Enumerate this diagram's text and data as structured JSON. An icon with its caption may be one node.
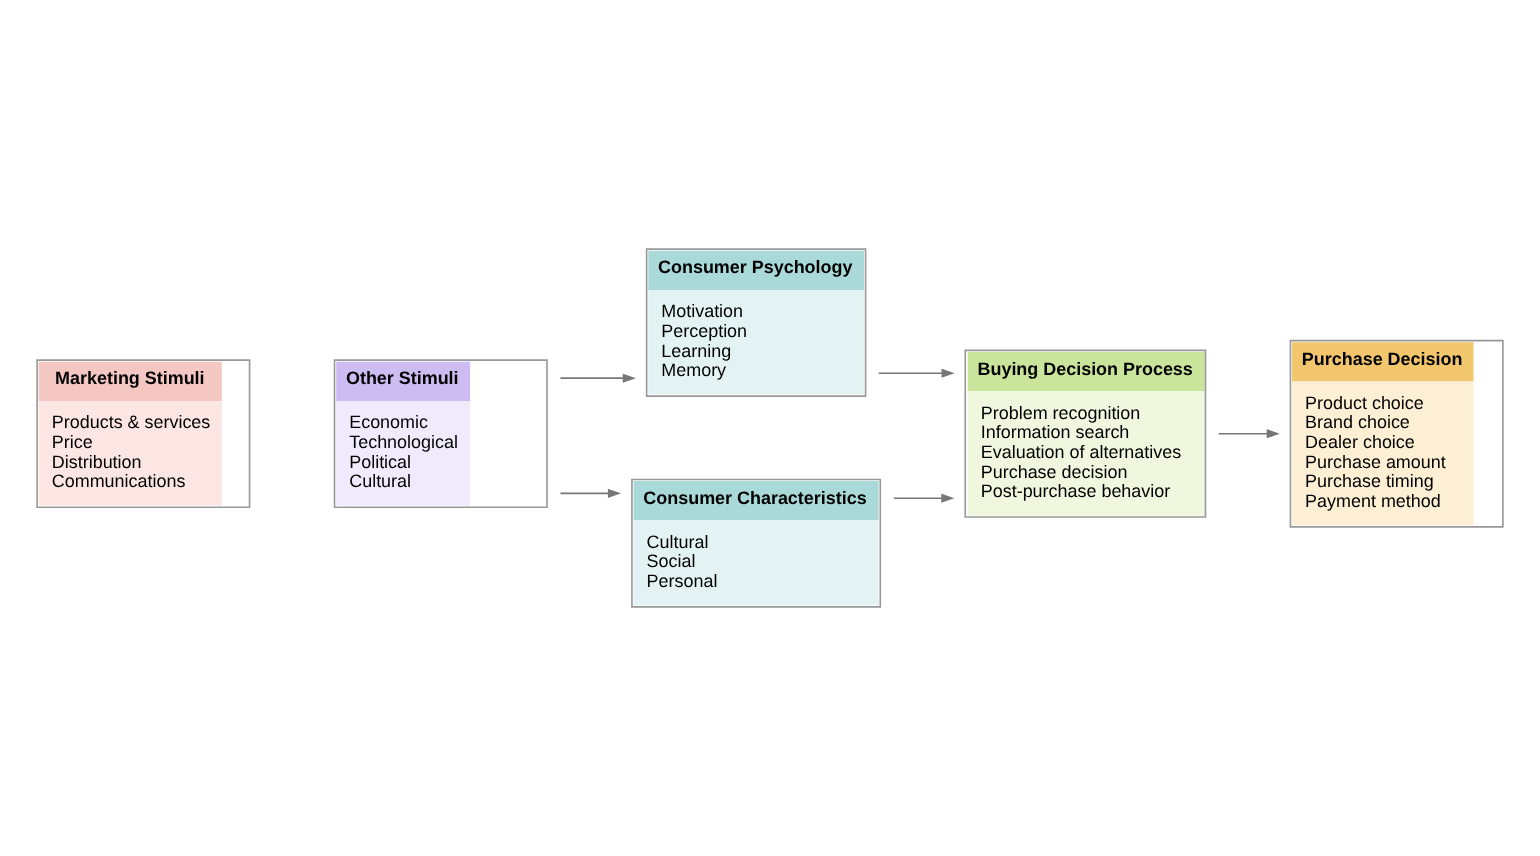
{
  "diagram": {
    "nodes": [
      {
        "text": [
          "Marketing Stimuli",
          "Products & services",
          "Price",
          "Distribution",
          "Communications"
        ]
      },
      {
        "text": [
          "Other Stimuli",
          "Economic",
          "Technological",
          "Political",
          "Cultural"
        ]
      },
      {
        "text": [
          "Consumer Psychology",
          "Motivation",
          "Perception",
          "Learning",
          "Memory"
        ]
      },
      {
        "text": [
          "Consumer Characteristics",
          "Cultural",
          "Social",
          "Personal"
        ]
      },
      {
        "text": [
          "Buying Decision Process",
          "Problem recognition",
          "Information search",
          "Evaluation of alternatives",
          "Purchase decision",
          "Post-purchase behavior"
        ]
      },
      {
        "text": [
          "Purchase Decision",
          "Product choice",
          "Brand choice",
          "Dealer choice",
          "Purchase amount",
          "Purchase timing",
          "Payment method"
        ]
      }
    ],
    "edges": [
      {
        "from": 1,
        "to": 2,
        "arrow": "to"
      },
      {
        "from": 1,
        "to": 3,
        "arrow": "to"
      },
      {
        "from": 2,
        "to": 4,
        "arrow": "to"
      },
      {
        "from": 3,
        "to": 4,
        "arrow": "to"
      },
      {
        "from": 4,
        "to": 5,
        "arrow": "to"
      }
    ]
  }
}
